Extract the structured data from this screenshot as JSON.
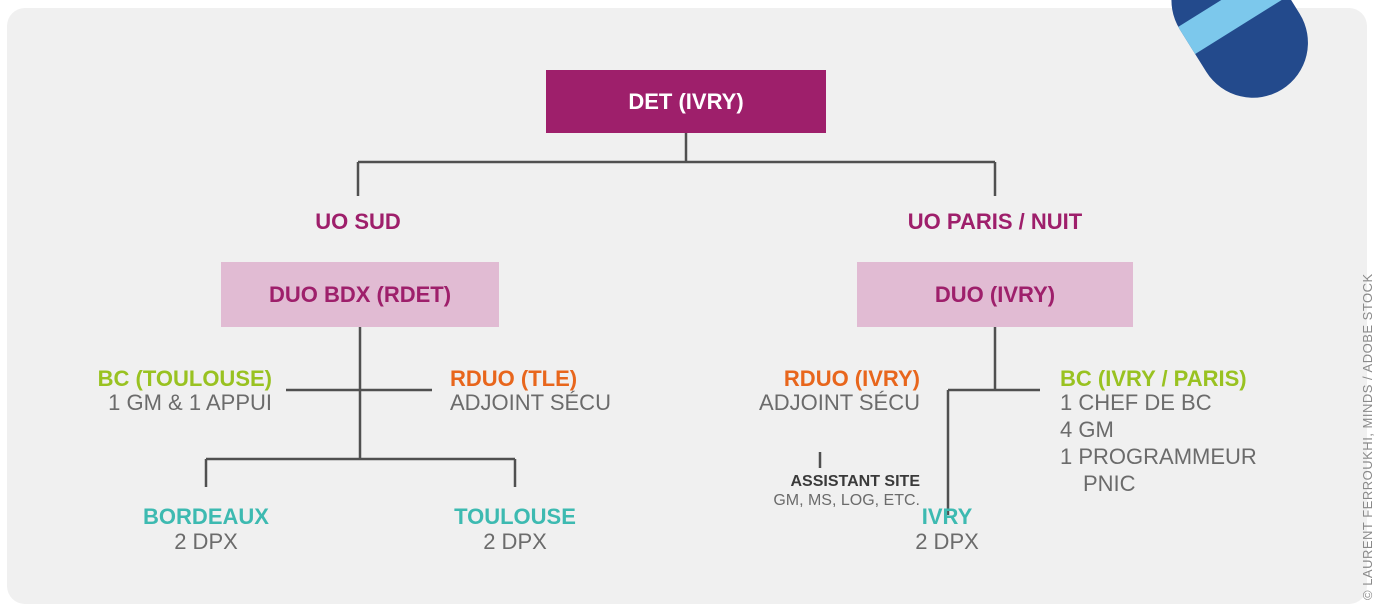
{
  "colors": {
    "magenta": "#9e1f6b",
    "magenta_light": "#e1bbd3",
    "orange": "#e8661c",
    "green": "#99c221",
    "teal": "#3dbab1",
    "gray_text": "#6b6b6b",
    "line": "#505050",
    "panel": "#f0f0f0",
    "deco_dark": "#234a8c",
    "deco_light": "#7cc8ec"
  },
  "root": {
    "label": "DET (IVRY)"
  },
  "uo_sud": {
    "title": "UO SUD",
    "duo": "DUO BDX (RDET)",
    "bc": {
      "title": "BC (TOULOUSE)",
      "detail": "1 GM & 1 APPUI"
    },
    "rduo": {
      "title": "RDUO (TLE)",
      "detail": "ADJOINT SÉCU"
    },
    "sites": [
      {
        "title": "BORDEAUX",
        "detail": "2 DPX"
      },
      {
        "title": "TOULOUSE",
        "detail": "2 DPX"
      }
    ]
  },
  "uo_paris": {
    "title": "UO PARIS / NUIT",
    "duo": "DUO (IVRY)",
    "rduo": {
      "title": "RDUO (IVRY)",
      "detail": "ADJOINT SÉCU",
      "assistant_title": "ASSISTANT SITE",
      "assistant_detail": "GM, MS, LOG, ETC."
    },
    "bc": {
      "title": "BC (IVRY / PARIS)",
      "lines": [
        "1 CHEF DE BC",
        "4 GM",
        "1 PROGRAMMEUR",
        "PNIC"
      ]
    },
    "site": {
      "title": "IVRY",
      "detail": "2 DPX"
    }
  },
  "credit": "© LAURENT FERROUKHI, MINDS / ADOBE STOCK"
}
